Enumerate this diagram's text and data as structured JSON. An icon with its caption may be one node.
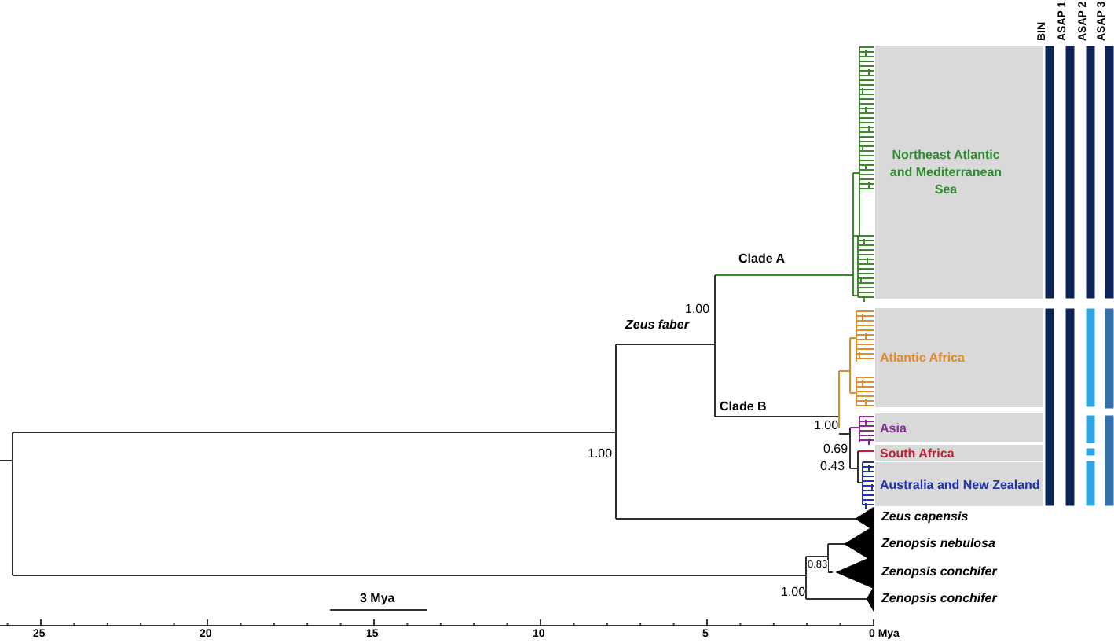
{
  "diagram": {
    "nodes": [
      {
        "text": [
          "Northeast Atlantic and Mediterranean Sea"
        ]
      },
      {
        "text": [
          "Atlantic Africa"
        ]
      },
      {
        "text": [
          "Asia"
        ]
      },
      {
        "text": [
          "South Africa"
        ]
      },
      {
        "text": [
          "Australia and New Zealand"
        ]
      }
    ],
    "labels": [
      "BIN",
      "ASAP 1",
      "ASAP 2",
      "ASAP 3",
      "Clade A",
      "Zeus faber",
      "1.00",
      "Clade B",
      "1.00",
      "1.00",
      "0.69",
      "0.43",
      "Zeus capensis",
      "Zenopsis nebulosa",
      "0.83",
      "Zenopsis conchifer",
      "3 Mya",
      "1.00",
      "Zenopsis conchifer",
      "25",
      "20",
      "15",
      "10",
      "5",
      "0 Mya"
    ]
  }
}
